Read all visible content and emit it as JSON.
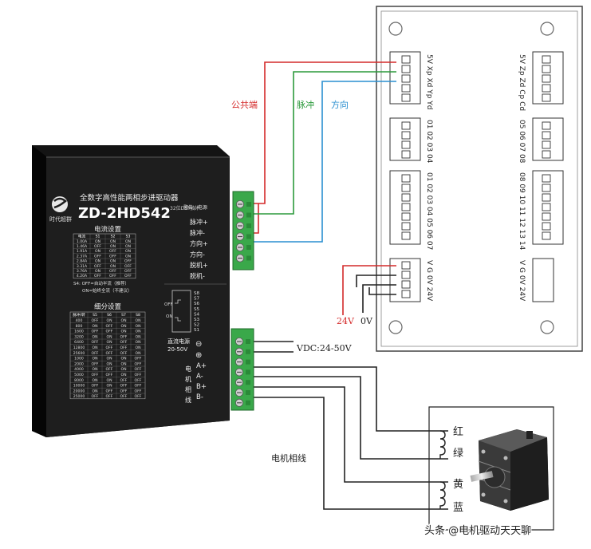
{
  "driver": {
    "brand_chinese": "全数字高性能两相步进驱动器",
    "model": "ZD-2HD542",
    "tech_note": "32位DSP技术",
    "logo_text": "时代超群",
    "alarm_power_label": "警告 / 电源",
    "signal_terminals": [
      "脉冲+",
      "脉冲-",
      "方向+",
      "方向-",
      "脱机+",
      "脱机-"
    ],
    "current_table": {
      "title": "电流设置",
      "headers": [
        "电流",
        "S1",
        "S2",
        "S3"
      ],
      "rows": [
        [
          "1.00A",
          "ON",
          "ON",
          "ON"
        ],
        [
          "1.46A",
          "OFF",
          "ON",
          "ON"
        ],
        [
          "1.91A",
          "ON",
          "OFF",
          "ON"
        ],
        [
          "2.37A",
          "OFF",
          "OFF",
          "ON"
        ],
        [
          "2.84A",
          "ON",
          "ON",
          "OFF"
        ],
        [
          "3.31A",
          "OFF",
          "ON",
          "OFF"
        ],
        [
          "3.76A",
          "ON",
          "OFF",
          "OFF"
        ],
        [
          "4.20A",
          "OFF",
          "OFF",
          "OFF"
        ]
      ]
    },
    "s4_notes": [
      "S4: OFF=自动半流（推荐）",
      "ON=始终全流（不建议）"
    ],
    "dip_labels": [
      "S8",
      "S7",
      "S6",
      "S5",
      "S4",
      "S3",
      "S2",
      "S1"
    ],
    "dip_off_label": "OFF",
    "dip_on_label": "ON",
    "microstep_table": {
      "title": "细分设置",
      "headers": [
        "脉冲/转",
        "S5",
        "S6",
        "S7",
        "S8"
      ],
      "rows": [
        [
          "400",
          "OFF",
          "ON",
          "ON",
          "ON"
        ],
        [
          "800",
          "ON",
          "OFF",
          "ON",
          "ON"
        ],
        [
          "1600",
          "OFF",
          "OFF",
          "ON",
          "ON"
        ],
        [
          "3200",
          "ON",
          "ON",
          "OFF",
          "ON"
        ],
        [
          "6400",
          "OFF",
          "ON",
          "OFF",
          "ON"
        ],
        [
          "12800",
          "ON",
          "OFF",
          "OFF",
          "ON"
        ],
        [
          "25600",
          "OFF",
          "OFF",
          "OFF",
          "ON"
        ],
        [
          "1000",
          "ON",
          "ON",
          "ON",
          "OFF"
        ],
        [
          "2000",
          "OFF",
          "ON",
          "ON",
          "OFF"
        ],
        [
          "4000",
          "ON",
          "OFF",
          "ON",
          "OFF"
        ],
        [
          "5000",
          "OFF",
          "OFF",
          "ON",
          "OFF"
        ],
        [
          "8000",
          "ON",
          "ON",
          "OFF",
          "OFF"
        ],
        [
          "10000",
          "OFF",
          "ON",
          "OFF",
          "OFF"
        ],
        [
          "20000",
          "ON",
          "OFF",
          "OFF",
          "OFF"
        ],
        [
          "25000",
          "OFF",
          "OFF",
          "OFF",
          "OFF"
        ]
      ]
    },
    "dc_power_label": "直流电源",
    "dc_power_range": "20-50V",
    "minus_sign": "⊖",
    "plus_sign": "⊕",
    "motor_phase_vertical": [
      "电",
      "机",
      "相",
      "线"
    ],
    "motor_terminals": [
      "A+",
      "A-",
      "B+",
      "B-"
    ]
  },
  "wire_labels": {
    "common": "公共端",
    "pulse": "脉冲",
    "direction": "方向",
    "v24": "24V",
    "v0": "0V",
    "vdc": "VDC:24-50V",
    "motor_phase": "电机相线",
    "coil_colors": [
      "红",
      "绿",
      "黄",
      "蓝"
    ]
  },
  "controller": {
    "top_left_pins": "5V Xp Xd Yp Yd",
    "top_right_pins": "5V Zp Zd Cp Cd",
    "mid1_left_pins": "01 02 03 04",
    "mid1_right_pins": "05 06 07 08",
    "mid2_left_pins": "01 02 03 04 05 06 07",
    "mid2_right_pins": "08 09 10 11 12 13 14",
    "bottom_left_pins": "V G 0V 24V",
    "bottom_right_pins": "V G 0V 24V"
  },
  "watermark": "头条 @电机驱动天天聊",
  "colors": {
    "common_wire": "#d42a2a",
    "pulse_wire": "#2c9a3c",
    "direction_wire": "#2a8fd0",
    "power_wire": "#d42a2a",
    "black_wire": "#222222",
    "terminal_green": "#3aa84a"
  }
}
